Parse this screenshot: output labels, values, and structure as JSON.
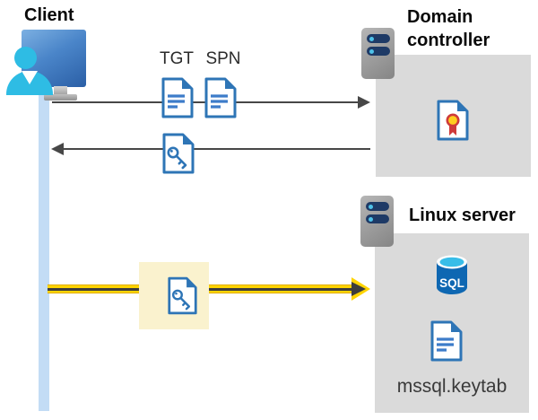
{
  "client": {
    "label": "Client"
  },
  "flows": {
    "tgt_label": "TGT",
    "spn_label": "SPN"
  },
  "domain_controller": {
    "label": "Domain controller"
  },
  "linux_server": {
    "label": "Linux server",
    "sql_badge": "SQL",
    "keytab_label": "mssql.keytab"
  },
  "colors": {
    "document_blue": "#2e75b6",
    "lifeline_blue": "#c3dcf5",
    "box_gray": "#dadada",
    "arrow_gray": "#474747",
    "highlight_yellow": "#ffd400",
    "highlight_pale_yellow": "#faf2ce",
    "server_navy": "#1e3a66",
    "server_dot_cyan": "#4ec2e9",
    "sql_blue": "#0e67b2",
    "sql_top_cyan": "#38bde8",
    "certificate_red": "#ce3a3a",
    "certificate_yellow": "#ffce1f",
    "person_cyan": "#2ebce4"
  }
}
